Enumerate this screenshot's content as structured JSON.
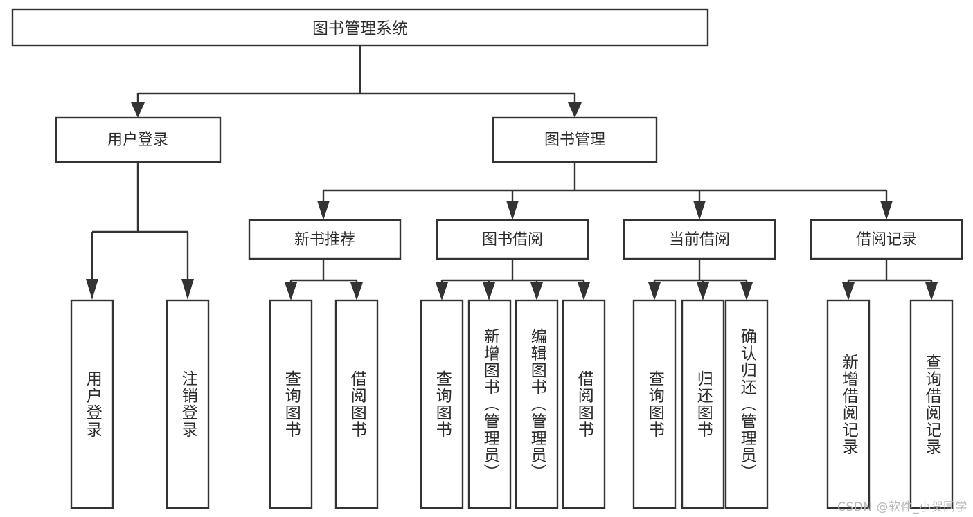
{
  "diagram": {
    "type": "tree-hierarchy-diagram",
    "title": "图书管理系统",
    "orientation": "top-down",
    "colors": {
      "box_stroke": "#333333",
      "box_fill": "#ffffff",
      "text": "#2b2b2b",
      "background": "#ffffff",
      "watermark": "#b9b9b9"
    },
    "levels": {
      "root": {
        "label": "图书管理系统"
      },
      "level2": [
        {
          "id": "user-login",
          "label": "用户登录"
        },
        {
          "id": "book-management",
          "label": "图书管理"
        }
      ],
      "level3": [
        {
          "id": "new-book-recommend",
          "label": "新书推荐",
          "parent": "book-management"
        },
        {
          "id": "book-borrow",
          "label": "图书借阅",
          "parent": "book-management"
        },
        {
          "id": "current-borrow",
          "label": "当前借阅",
          "parent": "book-management"
        },
        {
          "id": "borrow-record",
          "label": "借阅记录",
          "parent": "book-management"
        }
      ],
      "leaves": [
        {
          "id": "leaf-user-login",
          "label": "用户登录",
          "parent": "user-login"
        },
        {
          "id": "leaf-logout-login",
          "label": "注销登录",
          "parent": "user-login"
        },
        {
          "id": "leaf-query-book-1",
          "label": "查询图书",
          "parent": "new-book-recommend"
        },
        {
          "id": "leaf-borrow-book-1",
          "label": "借阅图书",
          "parent": "new-book-recommend"
        },
        {
          "id": "leaf-query-book-2",
          "label": "查询图书",
          "parent": "book-borrow"
        },
        {
          "id": "leaf-add-book",
          "label": "新增图书（管理员）",
          "parent": "book-borrow"
        },
        {
          "id": "leaf-edit-book",
          "label": "编辑图书（管理员）",
          "parent": "book-borrow"
        },
        {
          "id": "leaf-borrow-book-2",
          "label": "借阅图书",
          "parent": "book-borrow"
        },
        {
          "id": "leaf-query-book-3",
          "label": "查询图书",
          "parent": "current-borrow"
        },
        {
          "id": "leaf-return-book",
          "label": "归还图书",
          "parent": "current-borrow"
        },
        {
          "id": "leaf-confirm-return",
          "label": "确认归还（管理员）",
          "parent": "current-borrow"
        },
        {
          "id": "leaf-add-record",
          "label": "新增借阅记录",
          "parent": "borrow-record"
        },
        {
          "id": "leaf-query-record",
          "label": "查询借阅记录",
          "parent": "borrow-record"
        }
      ]
    },
    "watermark": "CSDN @软件_小贺同学"
  }
}
